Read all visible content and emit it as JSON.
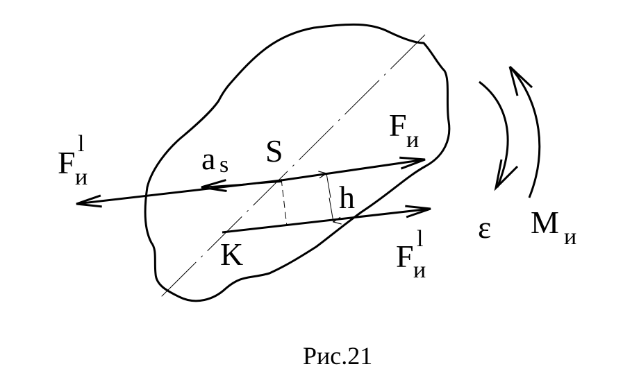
{
  "diagram": {
    "caption": "Рис.21",
    "labels": {
      "S": "S",
      "K": "K",
      "h": "h",
      "a": "a",
      "a_sub": "s",
      "F_right_base": "F",
      "F_right_sub": "и",
      "F_left_base": "F",
      "F_left_sub": "и",
      "F_left_sup": "l",
      "F_lower_base": "F",
      "F_lower_sub": "и",
      "F_lower_sup": "l",
      "epsilon": "ε",
      "M_base": "M",
      "M_sub": "и"
    }
  }
}
